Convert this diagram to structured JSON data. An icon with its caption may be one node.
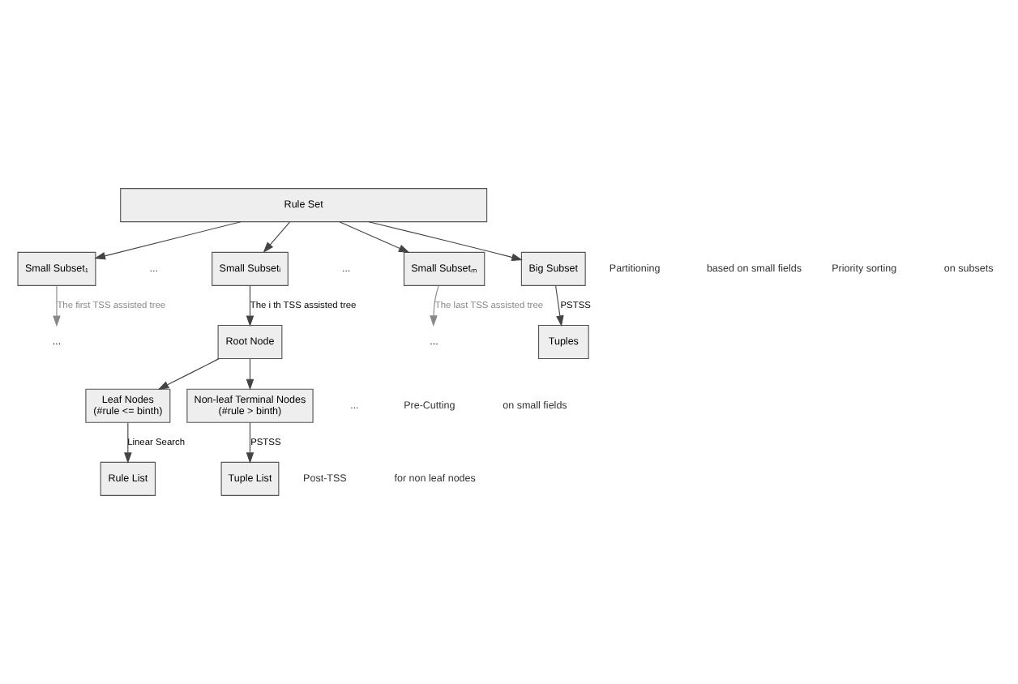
{
  "diagram": {
    "nodes": [
      {
        "text": [
          "Rule Set"
        ]
      },
      {
        "text": [
          "Small Subset₁"
        ]
      },
      {
        "text": [
          "Small Subsetᵢ"
        ]
      },
      {
        "text": [
          "Small Subsetₘ"
        ]
      },
      {
        "text": [
          "Big Subset"
        ]
      },
      {
        "text": [
          "..."
        ]
      },
      {
        "text": [
          "Root Node"
        ]
      },
      {
        "text": [
          "..."
        ]
      },
      {
        "text": [
          "Tuples"
        ]
      },
      {
        "text": [
          "Leaf Nodes",
          "(#rule <= binth)"
        ]
      },
      {
        "text": [
          "Non-leaf Terminal Nodes",
          "(#rule > binth)"
        ]
      },
      {
        "text": [
          "Rule List"
        ]
      },
      {
        "text": [
          "Tuple List"
        ]
      }
    ],
    "edges": [
      {
        "from": 0,
        "to": 1,
        "arrow": "to"
      },
      {
        "from": 0,
        "to": 2,
        "arrow": "to"
      },
      {
        "from": 0,
        "to": 3,
        "arrow": "to"
      },
      {
        "from": 0,
        "to": 4,
        "arrow": "to"
      },
      {
        "from": 1,
        "to": 5,
        "arrow": "to",
        "label": "The first TSS assisted tree",
        "color": "#888888"
      },
      {
        "from": 2,
        "to": 6,
        "arrow": "to",
        "label": "The i th TSS assisted tree"
      },
      {
        "from": 3,
        "to": 7,
        "arrow": "to",
        "label": "The last TSS assisted tree",
        "color": "#888888"
      },
      {
        "from": 4,
        "to": 8,
        "arrow": "to",
        "label": "PSTSS"
      },
      {
        "from": 6,
        "to": 9,
        "arrow": "to"
      },
      {
        "from": 6,
        "to": 10,
        "arrow": "to"
      },
      {
        "from": 9,
        "to": 11,
        "arrow": "to",
        "label": "Linear Search"
      },
      {
        "from": 10,
        "to": 12,
        "arrow": "to",
        "label": "PSTSS"
      }
    ],
    "labels": [
      "Partitioning",
      "based on small fields",
      "Priority sorting",
      "on subsets",
      "...",
      "...",
      "Pre-Cutting",
      "on small fields",
      "...",
      "Post-TSS",
      "for non leaf nodes"
    ]
  }
}
